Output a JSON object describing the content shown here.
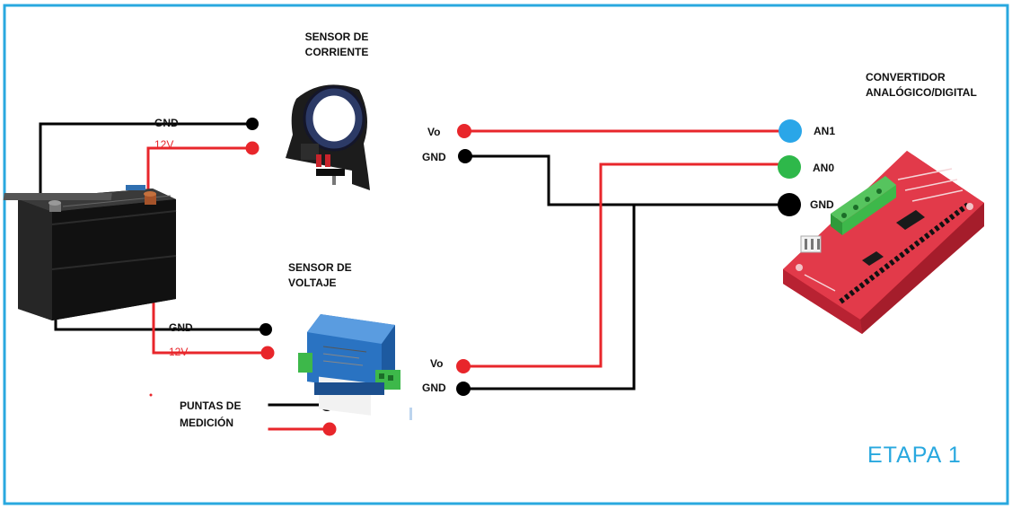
{
  "frame": {
    "border_color": "#29a8df"
  },
  "colors": {
    "wire_red": "#e8262b",
    "wire_black": "#000000",
    "pin_blue": "#2aa6e8",
    "pin_green": "#2eb84a",
    "board_red": "#d92b3a",
    "terminal_green": "#3db84a"
  },
  "components": {
    "battery": {
      "icon": "car-battery-icon"
    },
    "current_sensor": {
      "title_line1": "SENSOR DE",
      "title_line2": "CORRIENTE",
      "icon": "hall-current-sensor-icon"
    },
    "voltage_sensor": {
      "title_line1": "SENSOR DE",
      "title_line2": "VOLTAJE",
      "icon": "voltage-transducer-icon"
    },
    "adc": {
      "title_line1": "CONVERTIDOR",
      "title_line2": "ANALÓGICO/DIGITAL",
      "icon": "adc-board-icon"
    }
  },
  "labels": {
    "cs_gnd": "GND",
    "cs_12v": "12V",
    "cs_vo": "Vo",
    "cs_out_gnd": "GND",
    "vs_gnd": "GND",
    "vs_12v": "12V",
    "vs_vo": "Vo",
    "vs_out_gnd": "GND",
    "probes_line1": "PUNTAS DE",
    "probes_line2": "MEDICIÓN",
    "an1": "AN1",
    "an0": "AN0",
    "adc_gnd": "GND"
  },
  "stage_label": "ETAPA 1"
}
